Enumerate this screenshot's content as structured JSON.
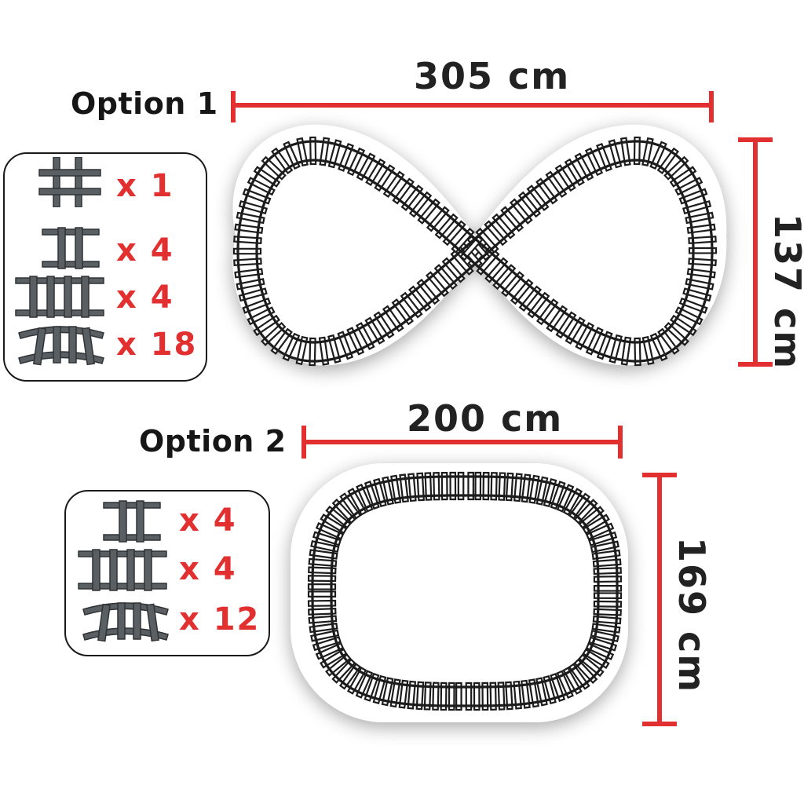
{
  "colors": {
    "accent_red": "#e23030",
    "track": "#1c1c1c",
    "part_gray": "#555a5e",
    "text": "#1f1f1f"
  },
  "options": [
    {
      "title": "Option 1",
      "layout": "figure-eight",
      "width_label": "305 cm",
      "height_label": "137 cm",
      "parts": [
        {
          "piece": "crossing",
          "qty_label": "x 1"
        },
        {
          "piece": "short-straight",
          "qty_label": "x 4"
        },
        {
          "piece": "long-straight",
          "qty_label": "x 4"
        },
        {
          "piece": "curve",
          "qty_label": "x 18"
        }
      ]
    },
    {
      "title": "Option 2",
      "layout": "oval",
      "width_label": "200 cm",
      "height_label": "169 cm",
      "parts": [
        {
          "piece": "short-straight",
          "qty_label": "x 4"
        },
        {
          "piece": "long-straight",
          "qty_label": "x 4"
        },
        {
          "piece": "curve",
          "qty_label": "x 12"
        }
      ]
    }
  ]
}
